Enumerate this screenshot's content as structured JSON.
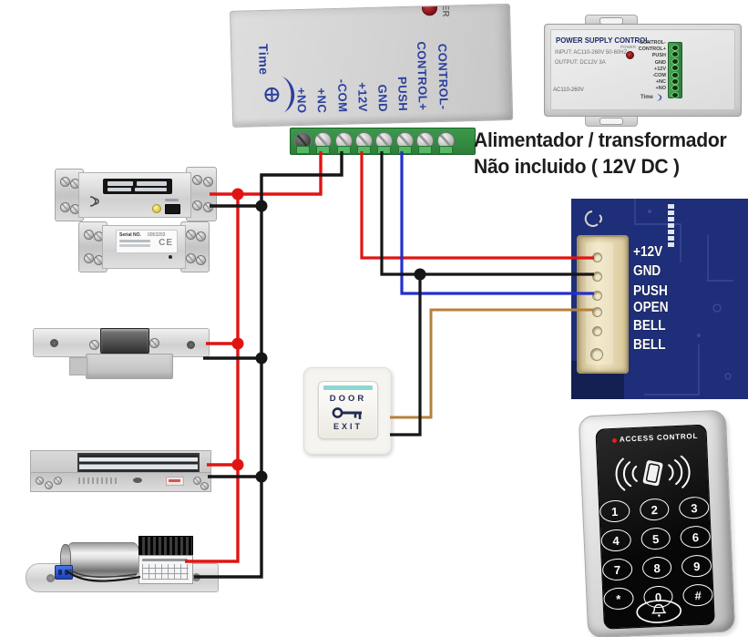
{
  "psu_main": {
    "power_label_partial": "ER",
    "time_label": "Time",
    "terminal_labels": [
      "+NO",
      "+NC",
      "-COM",
      "+12V",
      "GND",
      "PUSH",
      "CONTROL+",
      "CONTROL-"
    ]
  },
  "psu_adapter": {
    "title": "POWER SUPPLY CONTROL",
    "spec_line1": "INPUT: AC110-260V 50-60HZ",
    "spec_line2": "OUTPUT: DC12V  3A",
    "rating": "AC110-260V",
    "power_led_label": "POWER",
    "time_label": "Time",
    "terminal_labels": [
      "CONTROL-",
      "CONTROL+",
      "PUSH",
      "GND",
      "+12V",
      "-COM",
      "+NC",
      "+NO"
    ]
  },
  "caption": {
    "line1": "Alimentador / transformador",
    "line2": "Não incluido ( 12V DC )"
  },
  "pcb": {
    "pin_labels": [
      "+12V",
      "GND",
      "PUSH",
      "OPEN",
      "BELL",
      "BELL"
    ]
  },
  "exit_button": {
    "top": "DOOR",
    "bottom": "EXIT"
  },
  "keypad": {
    "header": "ACCESS CONTROL",
    "keys": [
      "1",
      "2",
      "3",
      "4",
      "5",
      "6",
      "7",
      "8",
      "9",
      "*",
      "0",
      "#"
    ]
  },
  "lock_bolt": {
    "serial_label": "Serial NO.",
    "serial_number": "0053293",
    "ce_mark": "CE"
  },
  "colors": {
    "wire_red": "#e11414",
    "wire_black": "#161616",
    "wire_blue": "#2230cf",
    "wire_brown": "#b5813e"
  }
}
